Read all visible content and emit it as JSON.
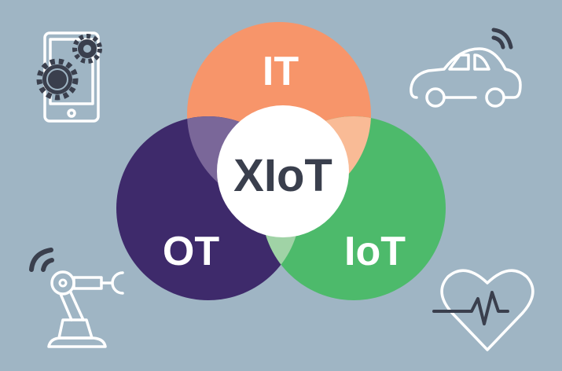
{
  "diagram": {
    "sets": [
      {
        "id": "it",
        "label": "IT",
        "color": "#f7956a"
      },
      {
        "id": "ot",
        "label": "OT",
        "color": "#3e2a6b"
      },
      {
        "id": "iot",
        "label": "IoT",
        "color": "#4dba6b"
      }
    ],
    "center": {
      "label": "XIoT",
      "color": "#ffffff",
      "text_color": "#3a3f4d"
    },
    "overlaps": {
      "it_ot": "#7a6799",
      "it_iot": "#f9bb96",
      "ot_iot": "#a0d3a6"
    },
    "icons": [
      "smartphone-gears-icon",
      "connected-car-icon",
      "robotic-arm-wireless-icon",
      "heart-heartbeat-icon"
    ],
    "background": "#9fb5c4"
  }
}
